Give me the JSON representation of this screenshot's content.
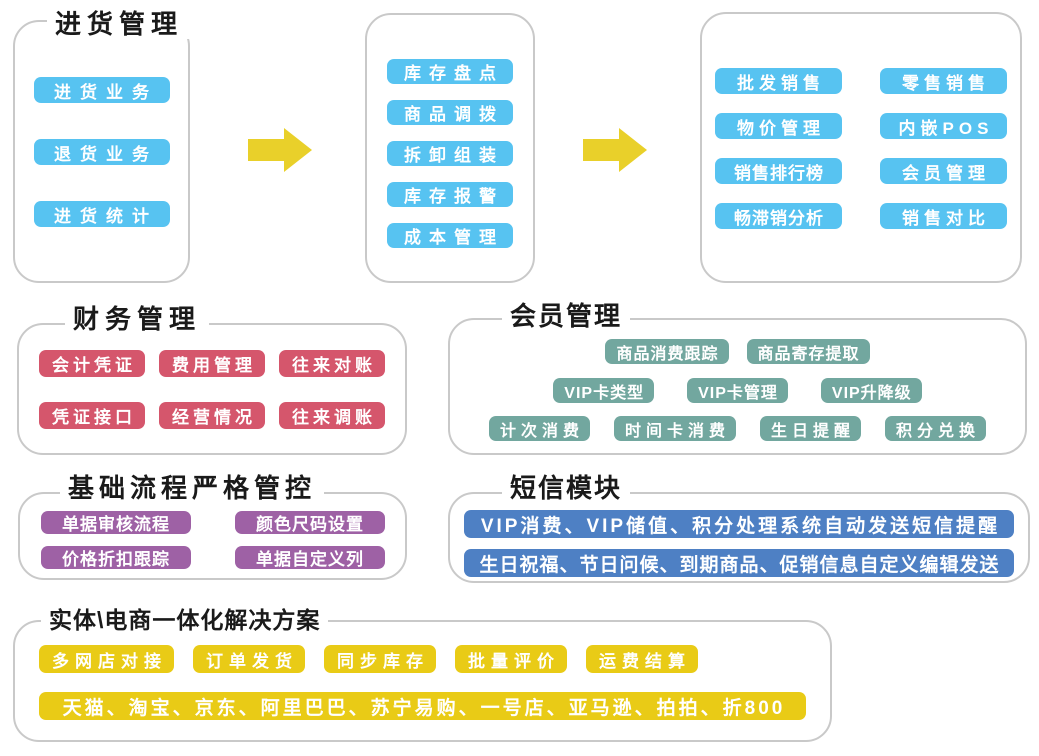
{
  "palette": {
    "sky_blue": "#57C3F1",
    "red": "#D5566C",
    "teal": "#72A79F",
    "purple": "#9E61A5",
    "steel_blue": "#4E80C4",
    "yellow": "#E9CB16",
    "arrow_yellow": "#E9D02A",
    "border_gray": "#C9C9C9",
    "title_color": "#1A1A1A"
  },
  "purchase": {
    "title": "进货管理",
    "items": [
      "进货业务",
      "退货业务",
      "进货统计"
    ]
  },
  "inventory": {
    "items": [
      "库存盘点",
      "商品调拨",
      "拆卸组装",
      "库存报警",
      "成本管理"
    ]
  },
  "sales": {
    "items": [
      "批发销售",
      "零售销售",
      "物价管理",
      "内嵌POS",
      "销售排行榜",
      "会员管理",
      "畅滞销分析",
      "销售对比"
    ]
  },
  "finance": {
    "title": "财务管理",
    "items": [
      "会计凭证",
      "费用管理",
      "往来对账",
      "凭证接口",
      "经营情况",
      "往来调账"
    ]
  },
  "member": {
    "title": "会员管理",
    "row1": [
      "商品消费跟踪",
      "商品寄存提取"
    ],
    "row2": [
      "VIP卡类型",
      "VIP卡管理",
      "VIP升降级"
    ],
    "row3": [
      "计次消费",
      "时间卡消费",
      "生日提醒",
      "积分兑换"
    ]
  },
  "base": {
    "title": "基础流程严格管控",
    "items": [
      "单据审核流程",
      "颜色尺码设置",
      "价格折扣跟踪",
      "单据自定义列"
    ]
  },
  "sms": {
    "title": "短信模块",
    "items": [
      "VIP消费、VIP储值、积分处理系统自动发送短信提醒",
      "生日祝福、节日问候、到期商品、促销信息自定义编辑发送"
    ]
  },
  "ecommerce": {
    "title": "实体\\电商一体化解决方案",
    "row1": [
      "多网店对接",
      "订单发货",
      "同步库存",
      "批量评价",
      "运费结算"
    ],
    "row2": "天猫、淘宝、京东、阿里巴巴、苏宁易购、一号店、亚马逊、拍拍、折800"
  }
}
